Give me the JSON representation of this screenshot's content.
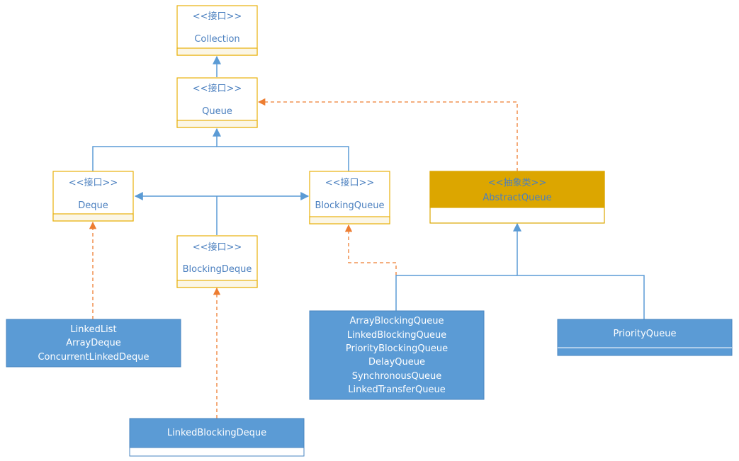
{
  "colors": {
    "iface_border": "#e8b10c",
    "iface_text": "#4a7fbf",
    "iface_footer": "#fbf6e6",
    "abstract_fill": "#dca600",
    "abstract_text": "#4a7fbf",
    "class_fill": "#5b9bd5",
    "class_text": "#ffffff",
    "generalization": "#5b9bd5",
    "realization": "#ed7d31"
  },
  "nodes": {
    "collection": {
      "stereotype": "<<接口>>",
      "name": "Collection"
    },
    "queue": {
      "stereotype": "<<接口>>",
      "name": "Queue"
    },
    "deque": {
      "stereotype": "<<接口>>",
      "name": "Deque"
    },
    "blocking_queue": {
      "stereotype": "<<接口>>",
      "name": "BlockingQueue"
    },
    "blocking_deque": {
      "stereotype": "<<接口>>",
      "name": "BlockingDeque"
    },
    "abstract_queue": {
      "stereotype": "<<抽象类>>",
      "name": "AbstractQueue"
    },
    "deque_impls": {
      "lines": [
        "LinkedList",
        "ArrayDeque",
        "ConcurrentLinkedDeque"
      ]
    },
    "blocking_queue_impls": {
      "lines": [
        "ArrayBlockingQueue",
        "LinkedBlockingQueue",
        "PriorityBlockingQueue",
        "DelayQueue",
        "SynchronousQueue",
        "LinkedTransferQueue"
      ]
    },
    "priority_queue": {
      "name": "PriorityQueue"
    },
    "linked_blocking_deque": {
      "name": "LinkedBlockingDeque"
    }
  }
}
